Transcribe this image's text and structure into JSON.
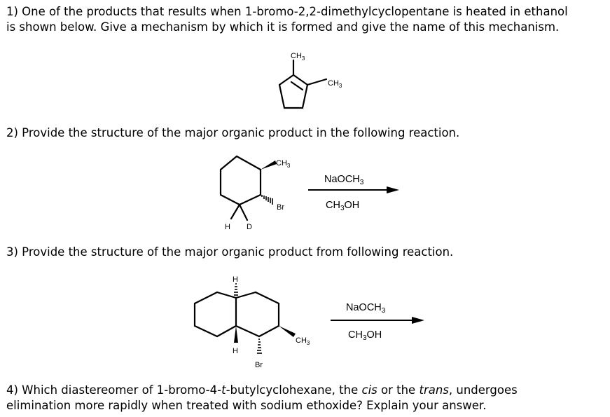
{
  "questions": {
    "q1": {
      "line1": "1) One of the products that results when 1-bromo-2,2-dimethylcyclopentane is heated in ethanol",
      "line2": "is shown below. Give a mechanism by which it is formed and give the name of this mechanism."
    },
    "q2": {
      "text": "2)  Provide the structure of the major organic product in the following reaction."
    },
    "q3": {
      "text": "3)  Provide the structure of the major organic product from following reaction."
    },
    "q4": {
      "prefix": "4)  Which diastereomer of 1-bromo-4-",
      "t": "t",
      "mid1": "-butylcyclohexane, the ",
      "cis": "cis",
      "mid2": " or the ",
      "trans": "trans",
      "line1_end": ", undergoes",
      "line2": "elimination more rapidly when treated with sodium ethoxide? Explain your answer."
    }
  },
  "structure1": {
    "methyl_top": {
      "text": "CH",
      "sub": "3"
    },
    "methyl_right": {
      "text": "CH",
      "sub": "3"
    }
  },
  "reaction2": {
    "methyl": {
      "text": "CH",
      "sub": "3"
    },
    "bromo": "Br",
    "h": "H",
    "d": "D",
    "reagent": {
      "text": "NaOCH",
      "sub": "3"
    },
    "solvent": {
      "text": "CH",
      "sub": "3",
      "tail": "OH"
    }
  },
  "reaction3": {
    "h_top": "H",
    "h_bottom": "H",
    "bromo": "Br",
    "methyl": {
      "text": "CH",
      "sub": "3"
    },
    "reagent": {
      "text": "NaOCH",
      "sub": "3"
    },
    "solvent": {
      "text": "CH",
      "sub": "3",
      "tail": "OH"
    }
  }
}
